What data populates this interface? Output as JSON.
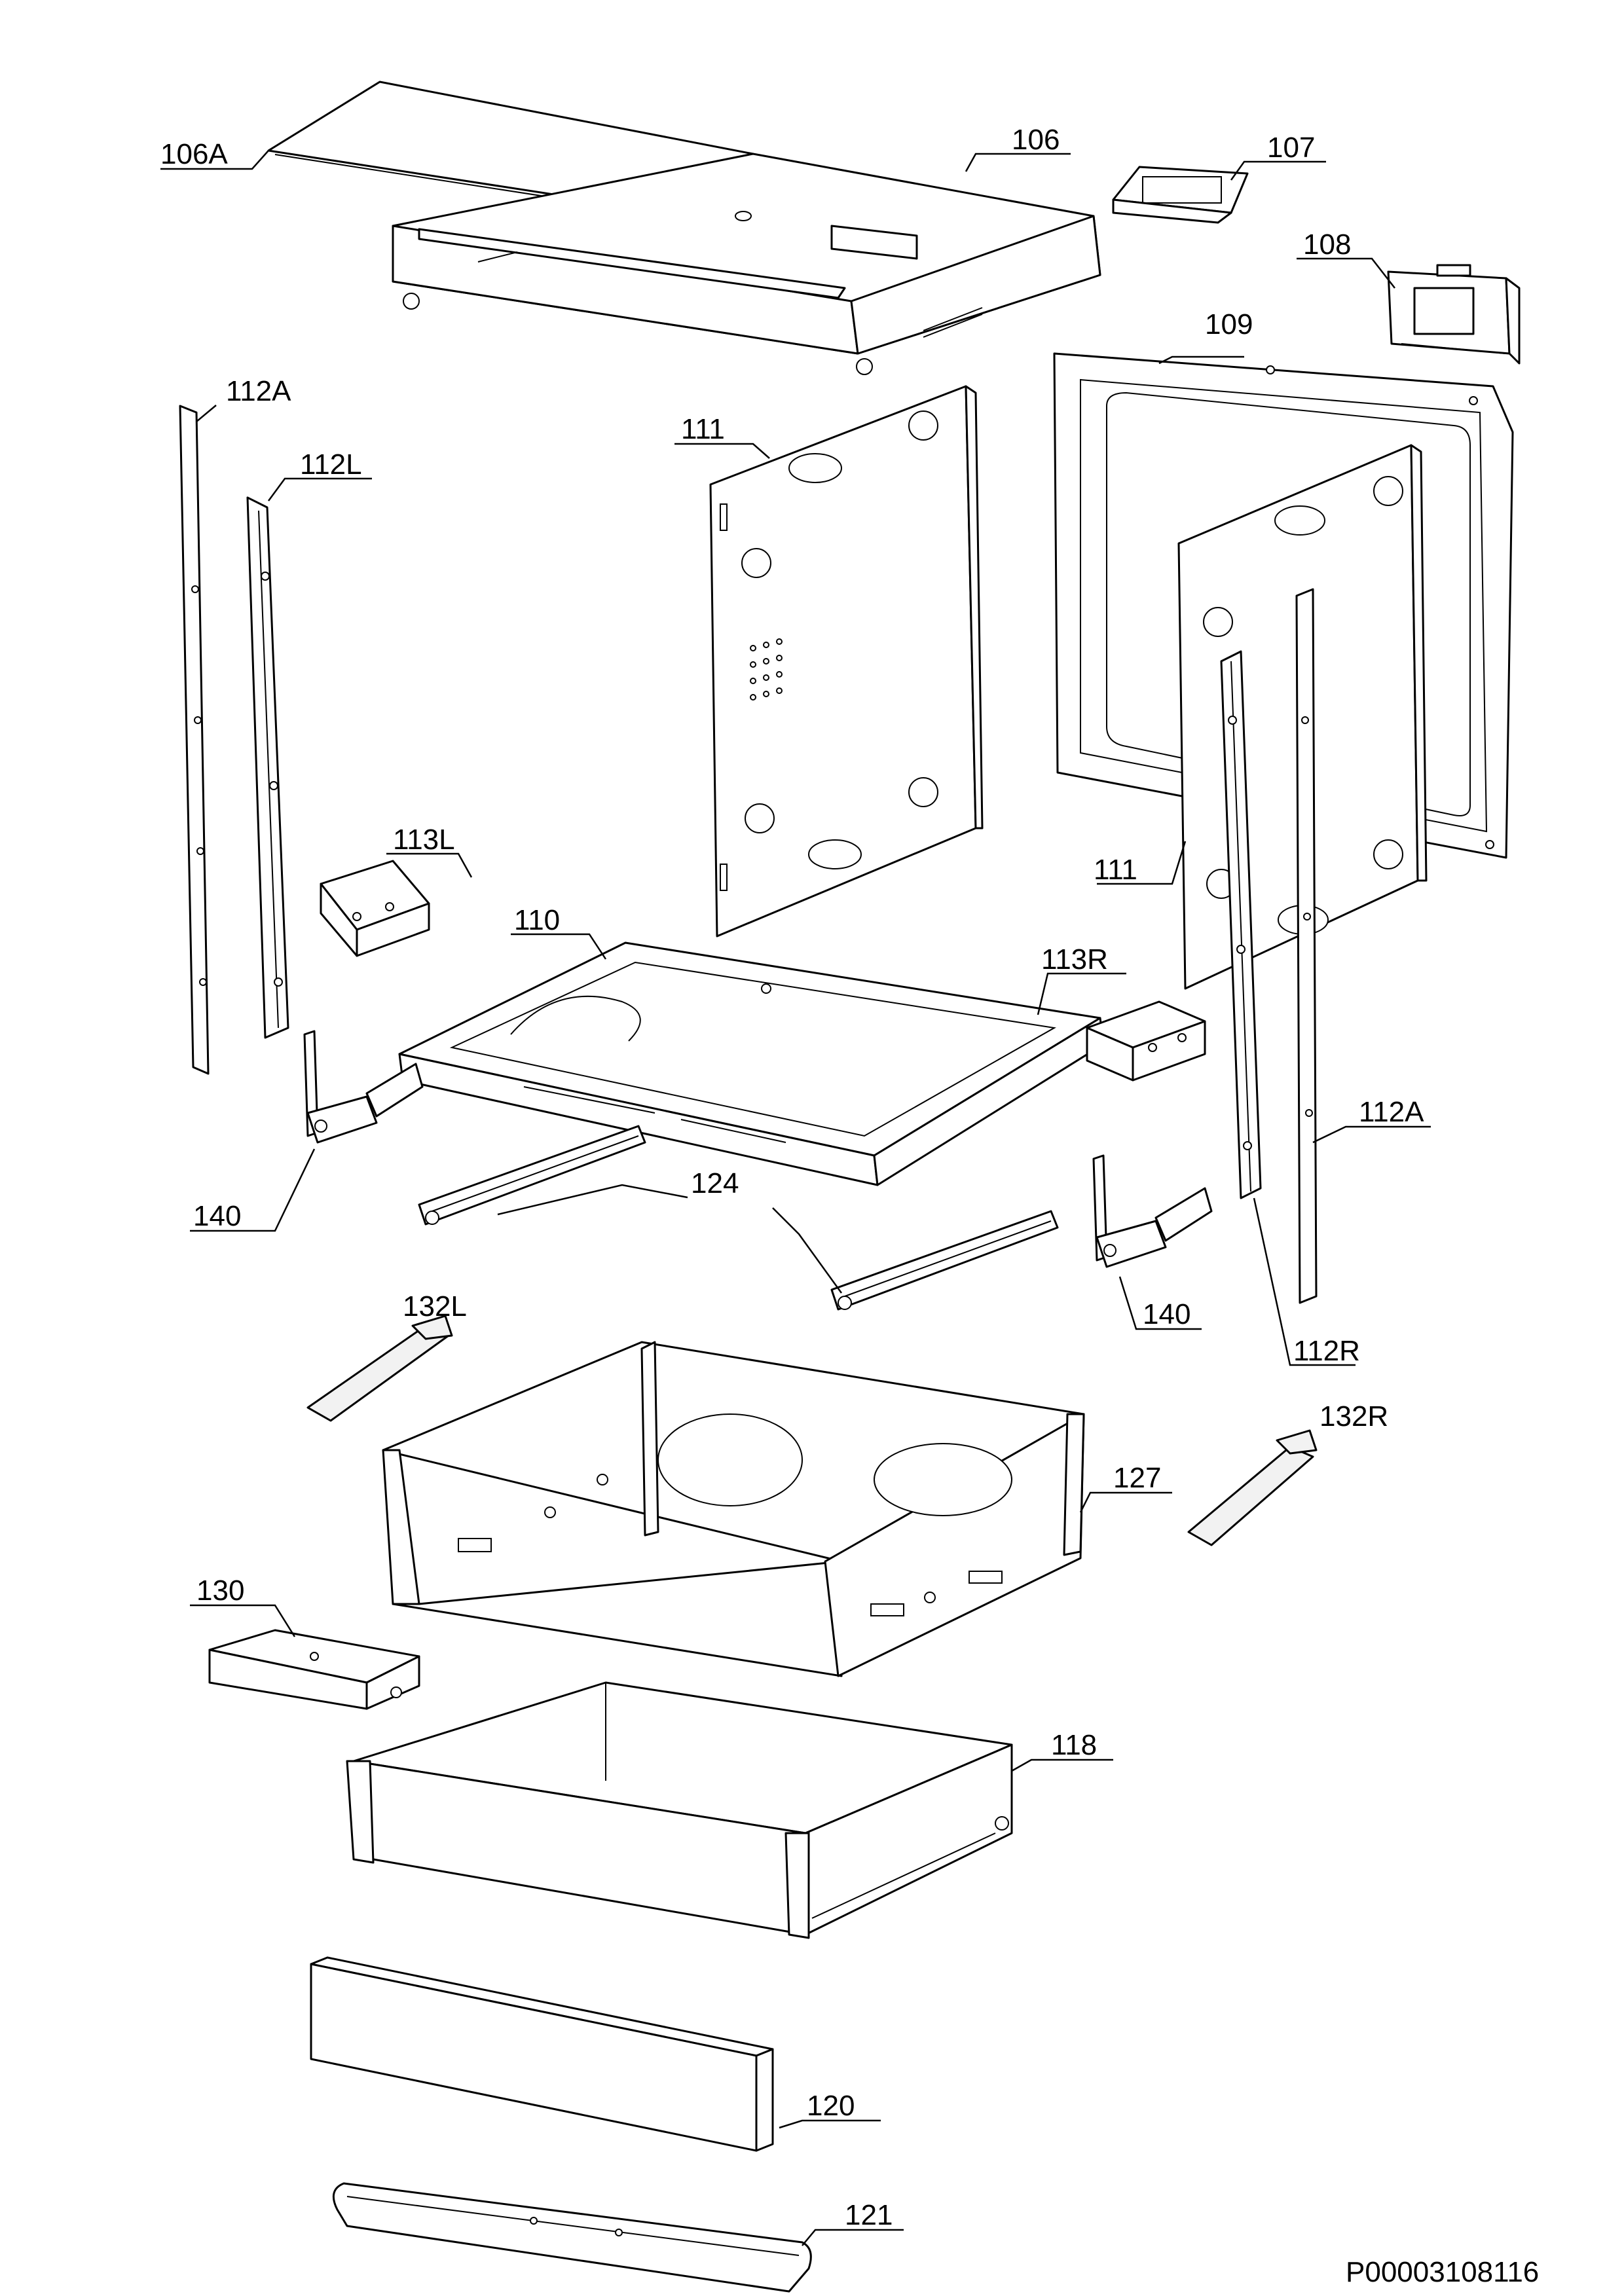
{
  "callouts": {
    "p106A": "106A",
    "p106": "106",
    "p107": "107",
    "p108": "108",
    "p109": "109",
    "p112A_left": "112A",
    "p112L": "112L",
    "p111_back": "111",
    "p113L": "113L",
    "p110": "110",
    "p113R": "113R",
    "p111_right": "111",
    "p112A_right": "112A",
    "p124": "124",
    "p140_left": "140",
    "p140_right": "140",
    "p112R": "112R",
    "p132L": "132L",
    "p132R": "132R",
    "p127": "127",
    "p130": "130",
    "p118": "118",
    "p120": "120",
    "p121": "121"
  },
  "document_id": "P00003108116"
}
